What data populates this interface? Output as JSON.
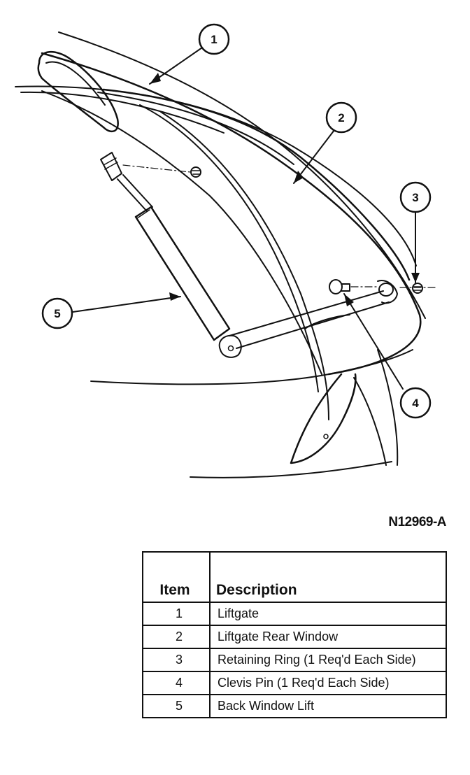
{
  "diagram": {
    "figure_id": "N12969-A",
    "callouts": [
      "1",
      "2",
      "3",
      "4",
      "5"
    ]
  },
  "legend": {
    "headers": {
      "item": "Item",
      "description": "Description"
    },
    "rows": [
      {
        "item": "1",
        "description": "Liftgate"
      },
      {
        "item": "2",
        "description": "Liftgate Rear Window"
      },
      {
        "item": "3",
        "description": "Retaining Ring (1 Req'd Each Side)"
      },
      {
        "item": "4",
        "description": "Clevis Pin (1 Req'd Each Side)"
      },
      {
        "item": "5",
        "description": "Back Window Lift"
      }
    ]
  }
}
